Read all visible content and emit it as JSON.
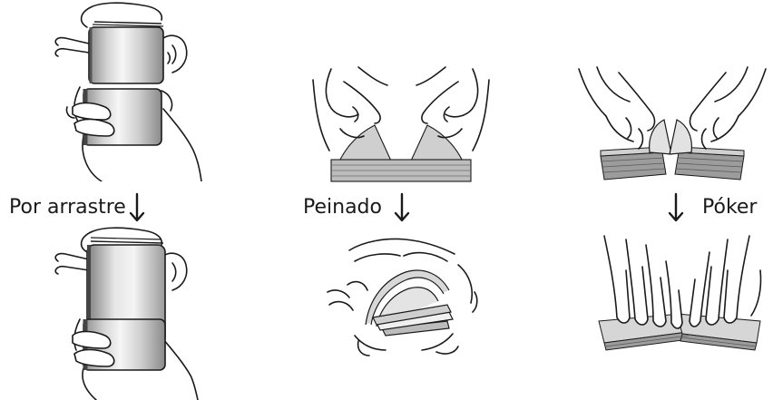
{
  "labels": {
    "left": "Por arrastre",
    "middle": "Peinado",
    "right": "Póker"
  },
  "colors": {
    "ink": "#1a1a1a",
    "card_gray": "#a8a8a8"
  }
}
